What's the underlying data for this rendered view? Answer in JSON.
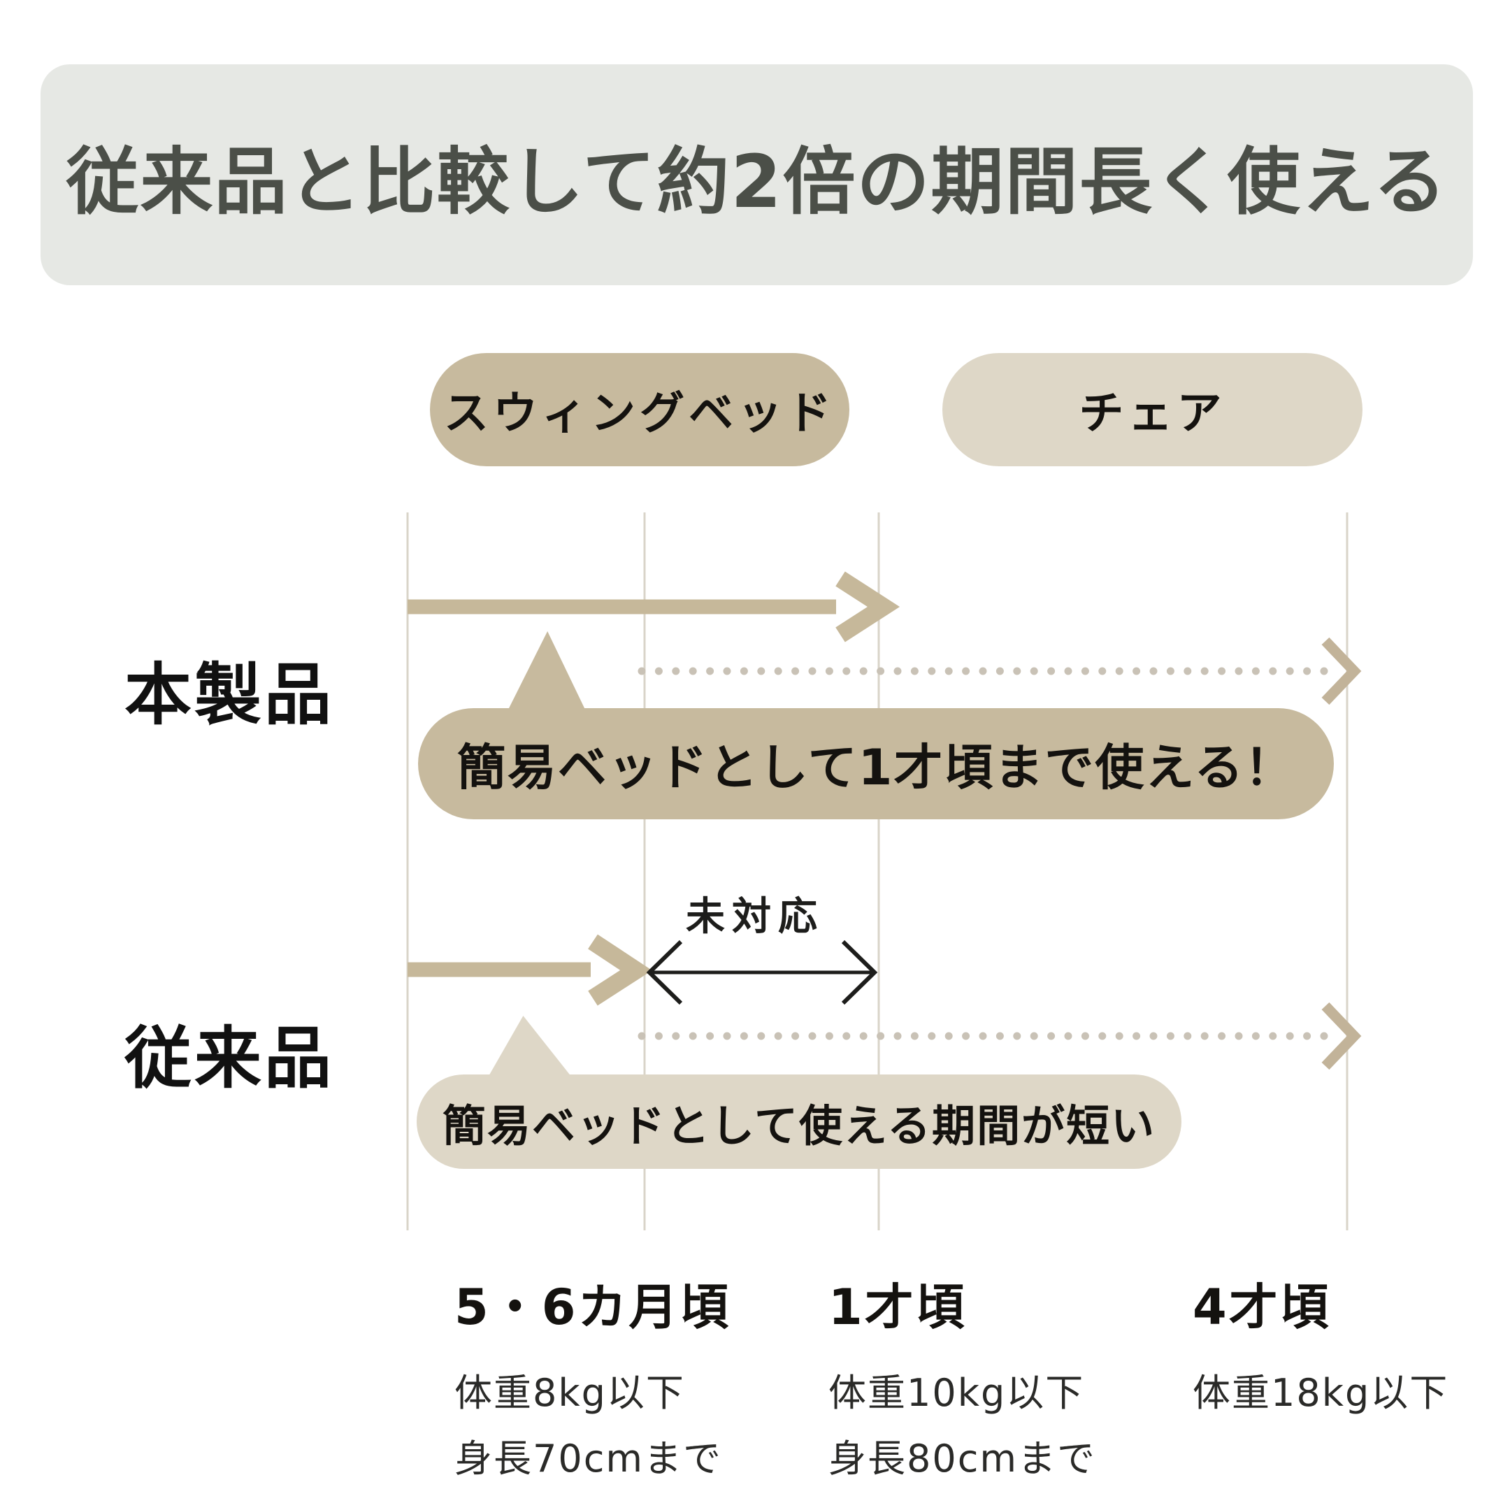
{
  "header": {
    "title": "従来品と比較して約2倍の期間長く使える"
  },
  "legend": {
    "swing_bed_label": "スウィングベッド",
    "chair_label": "チェア"
  },
  "rows": {
    "product": {
      "label": "本製品",
      "callout": "簡易ベッドとして1才頃まで使える！"
    },
    "conventional": {
      "label": "従来品",
      "callout": "簡易ベッドとして使える期間が短い",
      "unsupported_label": "未対応"
    }
  },
  "axis": {
    "milestones": [
      {
        "age": "5・6カ月頃",
        "weight": "体重8kg以下",
        "height_limit": "身長70cmまで"
      },
      {
        "age": "1才頃",
        "weight": "体重10kg以下",
        "height_limit": "身長80cmまで"
      },
      {
        "age": "4才頃",
        "weight": "体重18kg以下",
        "height_limit": ""
      }
    ]
  },
  "colors": {
    "banner_bg": "#e6e8e4",
    "title_text": "#4b4f48",
    "dark_beige": "#c7ba9e",
    "light_beige": "#ded7c7",
    "arrow_beige": "#c6b89a",
    "dot_beige": "#c9c2b6",
    "chevron_beige": "#c2b399",
    "gridline": "#d9d4c9",
    "ink": "#1d1d1b"
  }
}
